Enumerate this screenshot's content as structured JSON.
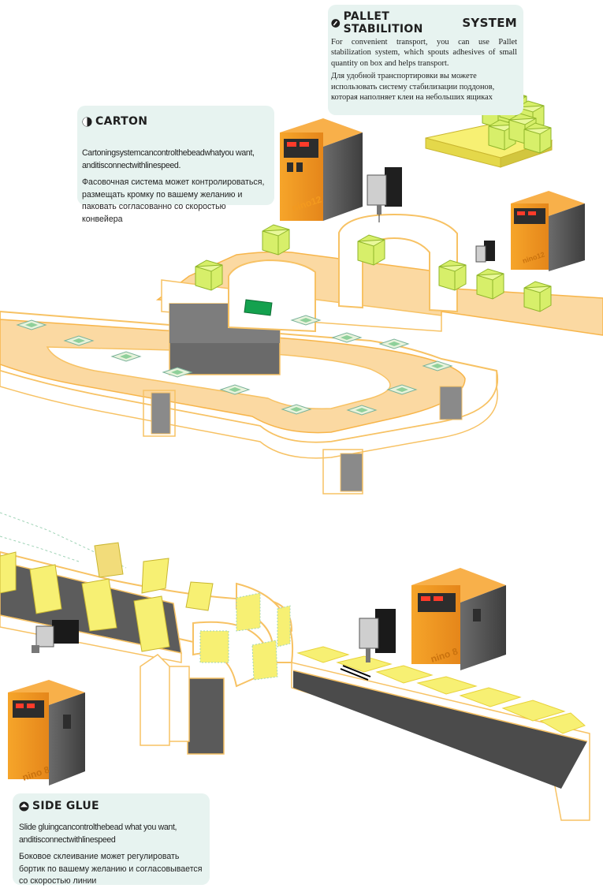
{
  "pallet": {
    "title_a": "PALLET STABILITION ",
    "title_b": "SYSTEM",
    "text_en": "For convenient transport, you can use Pallet stabilization system, which spouts adhesives of small quantity on box and helps transport.",
    "text_ru": "Для удобной транспортировки вы можете использовать систему стабилизации поддонов, которая наполняет клеи на небольших ящиках"
  },
  "carton": {
    "title": "CARTON",
    "text_en": "Cartoningsystemcancontrolthebeadwhatyou want, anditisconnectwithlinespeed.",
    "text_ru": "Фасовочная система может контролироваться, размещать кромку по вашему желанию и паковать согласованно со скоростью конвейера"
  },
  "side_glue": {
    "title": "SIDE GLUE",
    "text_en": "Slide gluingcancontrolthebead what you want, anditisconnectwithlinespeed",
    "text_ru": "Боковое склеивание может регулировать бортик по вашему желанию и согласовывается со скоростью линии"
  },
  "machine_labels": {
    "top": "nino12",
    "right": "nino12",
    "bottom_right": "nino 8",
    "bottom_left": "nino 8"
  },
  "colors": {
    "machine_orange": "#f39a1f",
    "box_green": "#d7ef6a",
    "carton_yellow": "#f7f073",
    "outline_orange": "#f7c264",
    "panel_bg": "#e7f3f0"
  }
}
